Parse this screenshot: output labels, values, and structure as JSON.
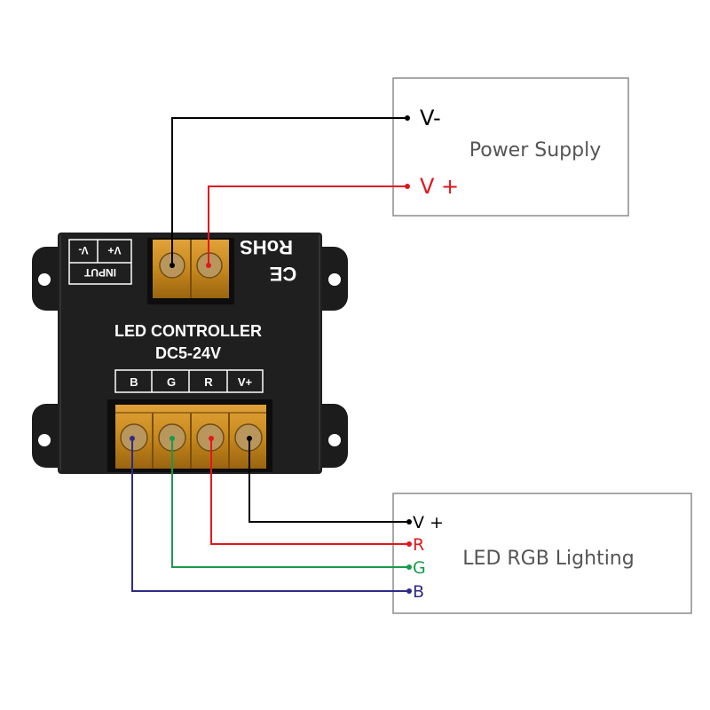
{
  "power_supply": {
    "title": "Power Supply",
    "terminals": [
      {
        "label": "V-",
        "color": "#000000"
      },
      {
        "label": "V +",
        "color": "#e3161d"
      }
    ]
  },
  "controller": {
    "title": "LED CONTROLLER",
    "voltage": "DC5-24V",
    "input_labels": {
      "v_minus": "V-",
      "v_plus": "V+",
      "input": "INPUT"
    },
    "certifications": {
      "rohs": "RoHS",
      "ce": "CE"
    },
    "output_labels": [
      "B",
      "G",
      "R",
      "V+"
    ]
  },
  "lighting": {
    "title": "LED RGB Lighting",
    "terminals": [
      {
        "label": "V +",
        "color": "#000000"
      },
      {
        "label": "R",
        "color": "#e3161d"
      },
      {
        "label": "G",
        "color": "#1a9a4a"
      },
      {
        "label": "B",
        "color": "#2e2a8a"
      }
    ]
  },
  "colors": {
    "black": "#000000",
    "red": "#e3161d",
    "green": "#1a9a4a",
    "blue": "#2e2a8a",
    "box_border": "#8c8c8c",
    "box_text": "#555555",
    "device_body": "#1c1c1c",
    "terminal_amber": "#c8891c"
  }
}
